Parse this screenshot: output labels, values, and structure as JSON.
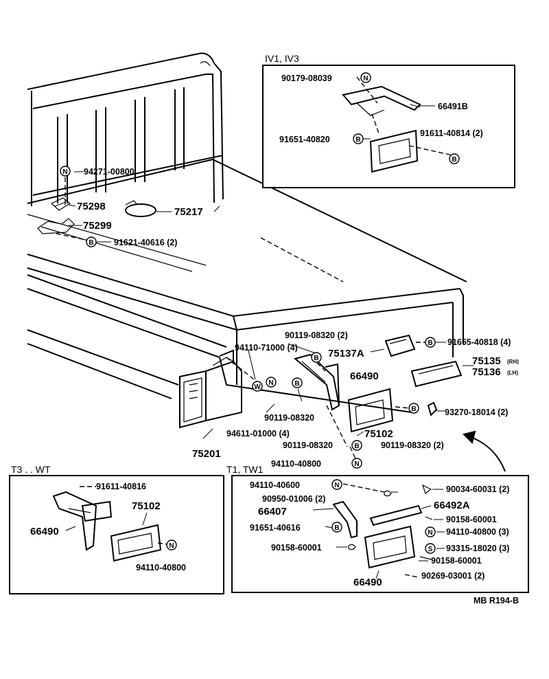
{
  "insets": {
    "iv": {
      "title": "IV1, IV3"
    },
    "t3": {
      "title": "T3 . . WT"
    },
    "t1": {
      "title": "T1, TW1"
    }
  },
  "symbols": {
    "n": "N",
    "b": "B",
    "w": "W",
    "s": "S"
  },
  "labels": {
    "p90179_08039": "90179-08039",
    "p66491b": "66491B",
    "p91651_40820": "91651-40820",
    "p91611_40814": "91611-40814 (2)",
    "p94271_00800": "94271-00800",
    "p75298": "75298",
    "p75217": "75217",
    "p75299": "75299",
    "p91621_40616": "91621-40616 (2)",
    "p90119_08320_a": "90119-08320 (2)",
    "p94110_71000": "94110-71000 (4)",
    "p91655_40818": "91655-40818 (4)",
    "p75137a": "75137A",
    "p75135": "75135",
    "p75135_sub": "(RH)",
    "p75136": "75136",
    "p75136_sub": "(LH)",
    "p66490_main": "66490",
    "p90119_08320_b": "90119-08320",
    "p93270_18014": "93270-18014 (2)",
    "p94611_01000": "94611-01000 (4)",
    "p75102_main": "75102",
    "p90119_08320_c": "90119-08320",
    "p90119_08320_d": "90119-08320 (2)",
    "p75201": "75201",
    "p94110_40800_main": "94110-40800",
    "p91611_40816": "91611-40816",
    "p75102_t3": "75102",
    "p66490_t3": "66490",
    "p94110_40800_t3": "94110-40800",
    "p94110_40600": "94110-40600",
    "p90034_60031": "90034-60031 (2)",
    "p90950_01006": "90950-01006 (2)",
    "p66492a": "66492A",
    "p66407": "66407",
    "p90158_60001_r1": "90158-60001",
    "p91651_40616": "91651-40616",
    "p94110_40800_t1": "94110-40800 (3)",
    "p90158_60001_l": "90158-60001",
    "p93315_18020": "93315-18020 (3)",
    "p90158_60001_r2": "90158-60001",
    "p66490_t1": "66490",
    "p90269_03001": "90269-03001 (2)"
  },
  "footer": {
    "code": "MB R194-B"
  }
}
